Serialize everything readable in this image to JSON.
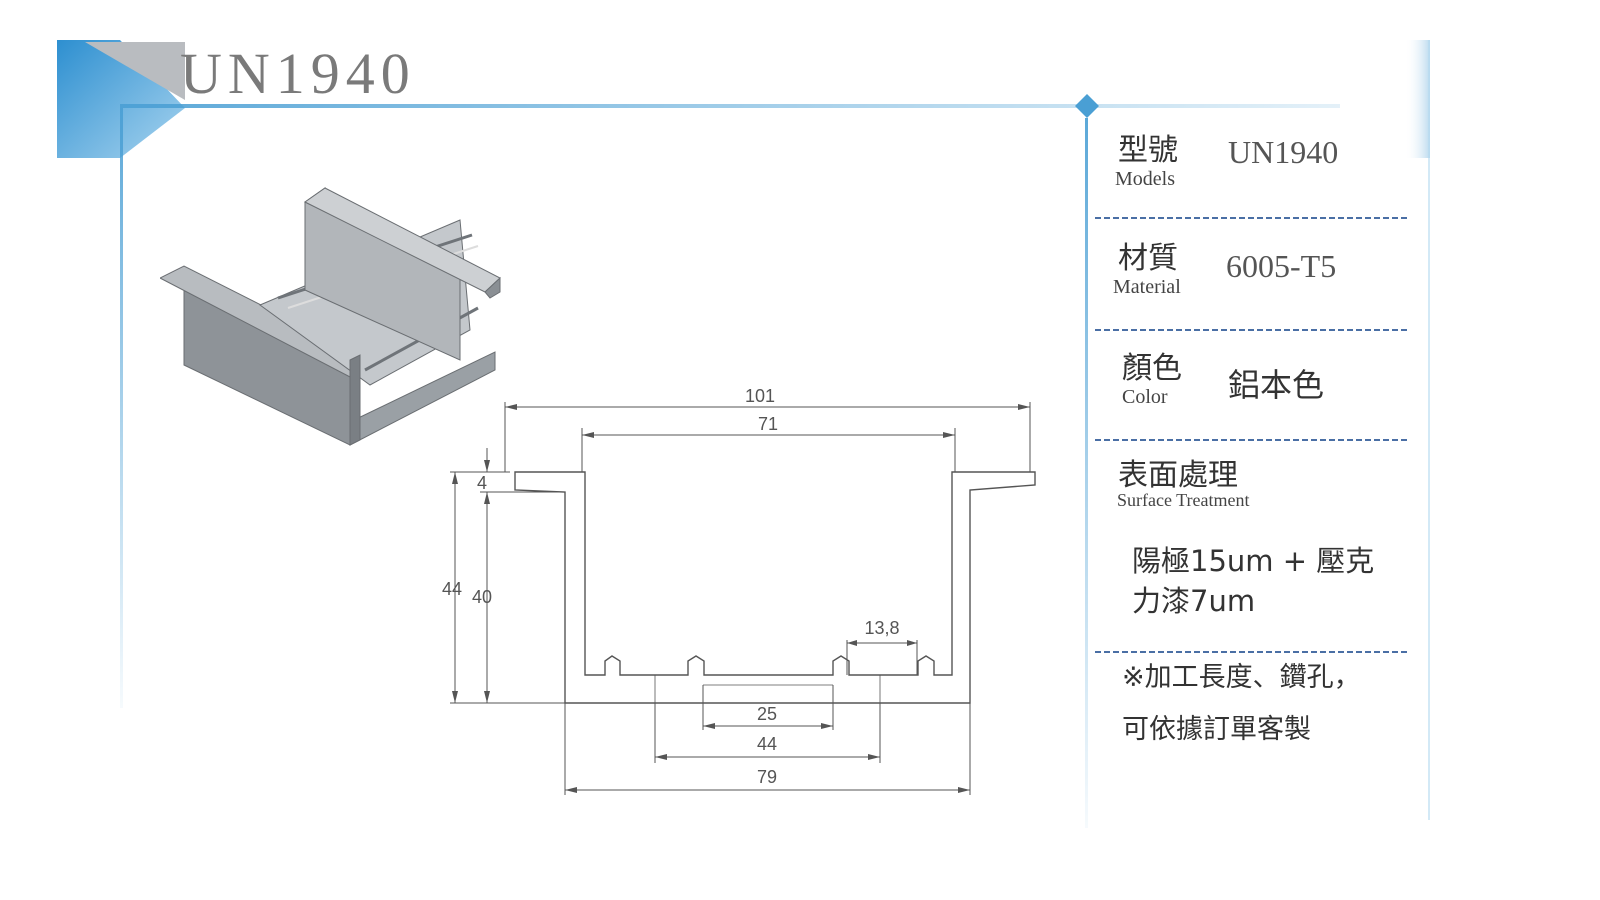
{
  "title": "UN1940",
  "spec": {
    "model_label_zh": "型號",
    "model_label_en": "Models",
    "model_value": "UN1940",
    "material_label_zh": "材質",
    "material_label_en": "Material",
    "material_value": "6005-T5",
    "color_label_zh": "顏色",
    "color_label_en": "Color",
    "color_value": "鋁本色",
    "surface_label_zh": "表面處理",
    "surface_label_en": "Surface Treatment",
    "surface_value_line1": "陽極15um + 壓克",
    "surface_value_line2": "力漆7um",
    "note_line1": "※加工長度、鑽孔，",
    "note_line2": "可依據訂單客製"
  },
  "dimensions": {
    "overall_width": "101",
    "inner_width": "71",
    "flange_thickness": "4",
    "total_height": "44",
    "body_height": "40",
    "groove_width": "13,8",
    "bottom_slot": "25",
    "bottom_span": "44",
    "bottom_width": "79"
  },
  "colors": {
    "accent_blue": "#4a9fd4",
    "profile_gray": "#9ea3a8"
  }
}
